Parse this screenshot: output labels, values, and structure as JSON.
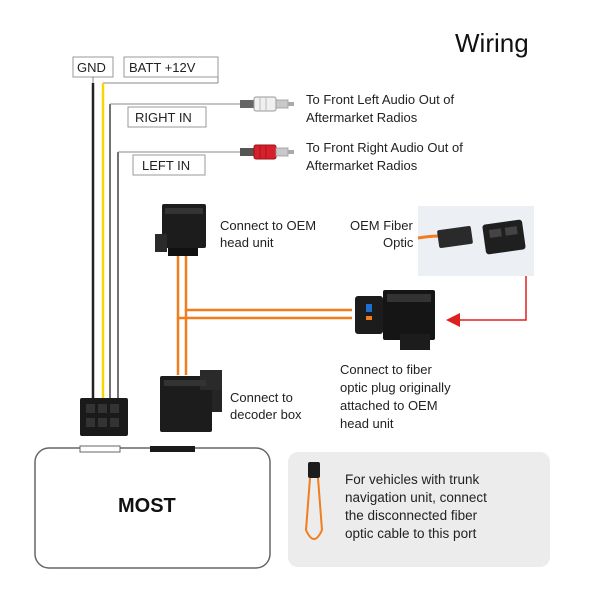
{
  "title": "Wiring",
  "labels": {
    "gnd": "GND",
    "batt": "BATT +12V",
    "right_in": "RIGHT IN",
    "left_in": "LEFT IN",
    "most": "MOST"
  },
  "annotations": {
    "front_left": [
      "To Front Left Audio Out of",
      "Aftermarket Radios"
    ],
    "front_right": [
      "To Front Right Audio Out of",
      "Aftermarket Radios"
    ],
    "oem_head_unit": [
      "Connect to OEM",
      "head unit"
    ],
    "oem_fiber_optic": [
      "OEM Fiber",
      "Optic"
    ],
    "fiber_optic_plug": [
      "Connect to fiber",
      "optic plug originally",
      "attached to OEM",
      "head unit"
    ],
    "decoder_box": [
      "Connect to",
      "decoder box"
    ],
    "trunk_note": [
      "For vehicles with trunk",
      "navigation unit, connect",
      "the disconnected fiber",
      "optic cable to this port"
    ]
  },
  "colors": {
    "wire_orange": "#f07d1e",
    "wire_yellow": "#f5d800",
    "wire_black": "#222222",
    "arrow_red": "#e0201e",
    "rca_red": "#d9202a",
    "note_bg": "#ececec"
  }
}
